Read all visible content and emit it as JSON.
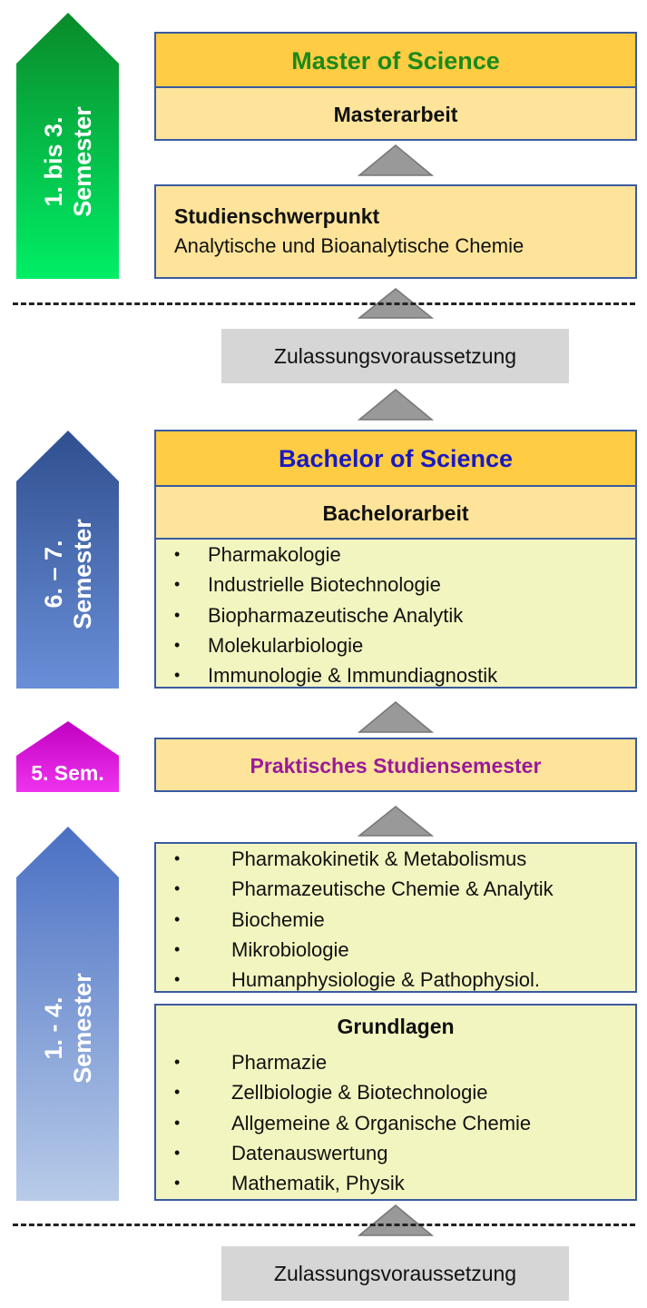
{
  "colors": {
    "arrow_master": "#00cc55",
    "arrow_bachelor_top": "#3a5a9a",
    "arrow_sem5": "#e020e0",
    "arrow_basic_top": "#4a6fc0",
    "master_title_color": "#1a8a1a",
    "bachelor_title_color": "#1a1ac0",
    "praktisch_color": "#9a1a9a",
    "box_border": "#3a5aa0"
  },
  "arrows": {
    "master_label_line1": "1. bis 3.",
    "master_label_line2": "Semester",
    "bachelor_label_line1": "6. – 7.",
    "bachelor_label_line2": "Semester",
    "sem5_label": "5. Sem.",
    "basic_label_line1": "1. - 4.",
    "basic_label_line2": "Semester"
  },
  "master": {
    "title": "Master of Science",
    "thesis": "Masterarbeit",
    "focus_title": "Studienschwerpunkt",
    "focus_subtitle": "Analytische und Bioanalytische Chemie"
  },
  "requirement_top": "Zulassungsvoraussetzung",
  "bachelor": {
    "title": "Bachelor of Science",
    "thesis": "Bachelorarbeit",
    "modules": [
      "Pharmakologie",
      "Industrielle Biotechnologie",
      "Biopharmazeutische Analytik",
      "Molekularbiologie",
      "Immunologie & Immundiagnostik"
    ]
  },
  "praktisch": "Praktisches Studiensemester",
  "basic": {
    "modules": [
      "Pharmakokinetik & Metabolismus",
      "Pharmazeutische Chemie & Analytik",
      "Biochemie",
      "Mikrobiologie",
      "Humanphysiologie & Pathophysiol."
    ],
    "grundlagen_title": "Grundlagen",
    "grundlagen_items": [
      "Pharmazie",
      "Zellbiologie & Biotechnologie",
      "Allgemeine & Organische Chemie",
      "Datenauswertung",
      "Mathematik, Physik"
    ]
  },
  "requirement_bottom": "Zulassungsvoraussetzung",
  "bullet": "•"
}
